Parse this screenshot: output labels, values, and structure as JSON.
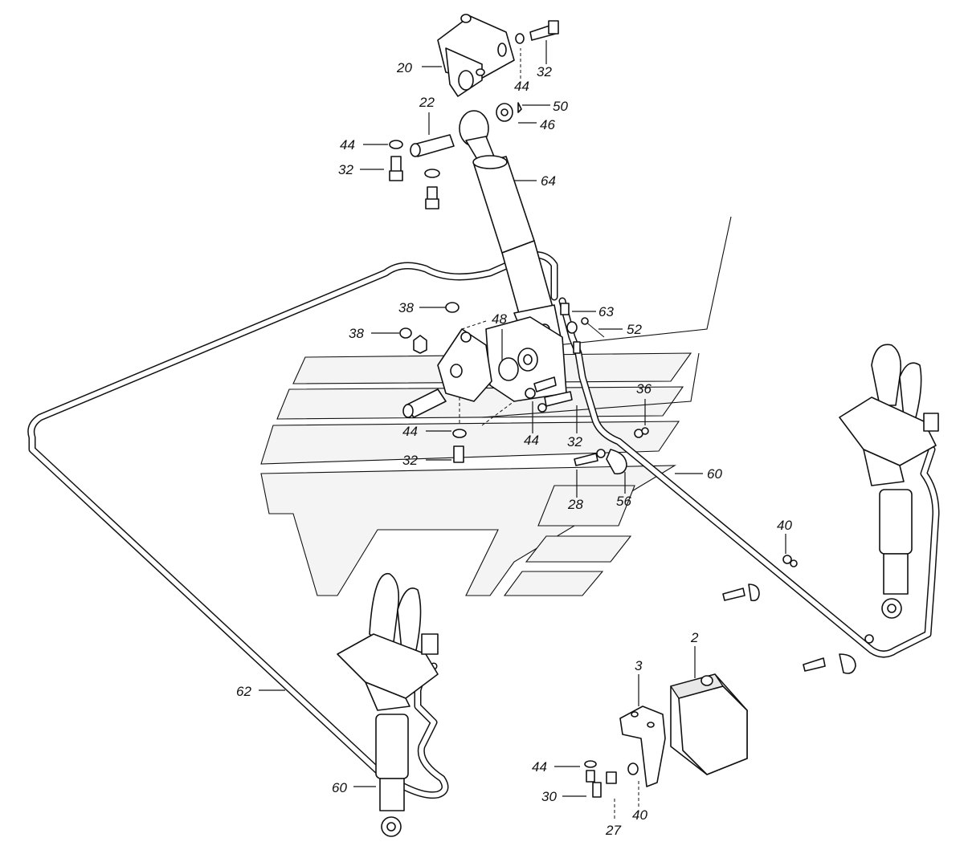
{
  "labels": [
    {
      "id": "l20a",
      "text": "20"
    },
    {
      "id": "l32a",
      "text": "32"
    },
    {
      "id": "l44a",
      "text": "44"
    },
    {
      "id": "l22",
      "text": "22"
    },
    {
      "id": "l50",
      "text": "50"
    },
    {
      "id": "l46",
      "text": "46"
    },
    {
      "id": "l44b",
      "text": "44"
    },
    {
      "id": "l32b",
      "text": "32"
    },
    {
      "id": "l64",
      "text": "64"
    },
    {
      "id": "l38a",
      "text": "38"
    },
    {
      "id": "l38b",
      "text": "38"
    },
    {
      "id": "l48",
      "text": "48"
    },
    {
      "id": "l63",
      "text": "63"
    },
    {
      "id": "l52",
      "text": "52"
    },
    {
      "id": "l36",
      "text": "36"
    },
    {
      "id": "l44c",
      "text": "44"
    },
    {
      "id": "l44d",
      "text": "44"
    },
    {
      "id": "l32c",
      "text": "32"
    },
    {
      "id": "l32d",
      "text": "32"
    },
    {
      "id": "l60a",
      "text": "60"
    },
    {
      "id": "l28",
      "text": "28"
    },
    {
      "id": "l56",
      "text": "56"
    },
    {
      "id": "l40a",
      "text": "40"
    },
    {
      "id": "l2",
      "text": "2"
    },
    {
      "id": "l3",
      "text": "3"
    },
    {
      "id": "l62",
      "text": "62"
    },
    {
      "id": "l44e",
      "text": "44"
    },
    {
      "id": "l30",
      "text": "30"
    },
    {
      "id": "l60b",
      "text": "60"
    },
    {
      "id": "l27",
      "text": "27"
    },
    {
      "id": "l40b",
      "text": "40"
    }
  ]
}
